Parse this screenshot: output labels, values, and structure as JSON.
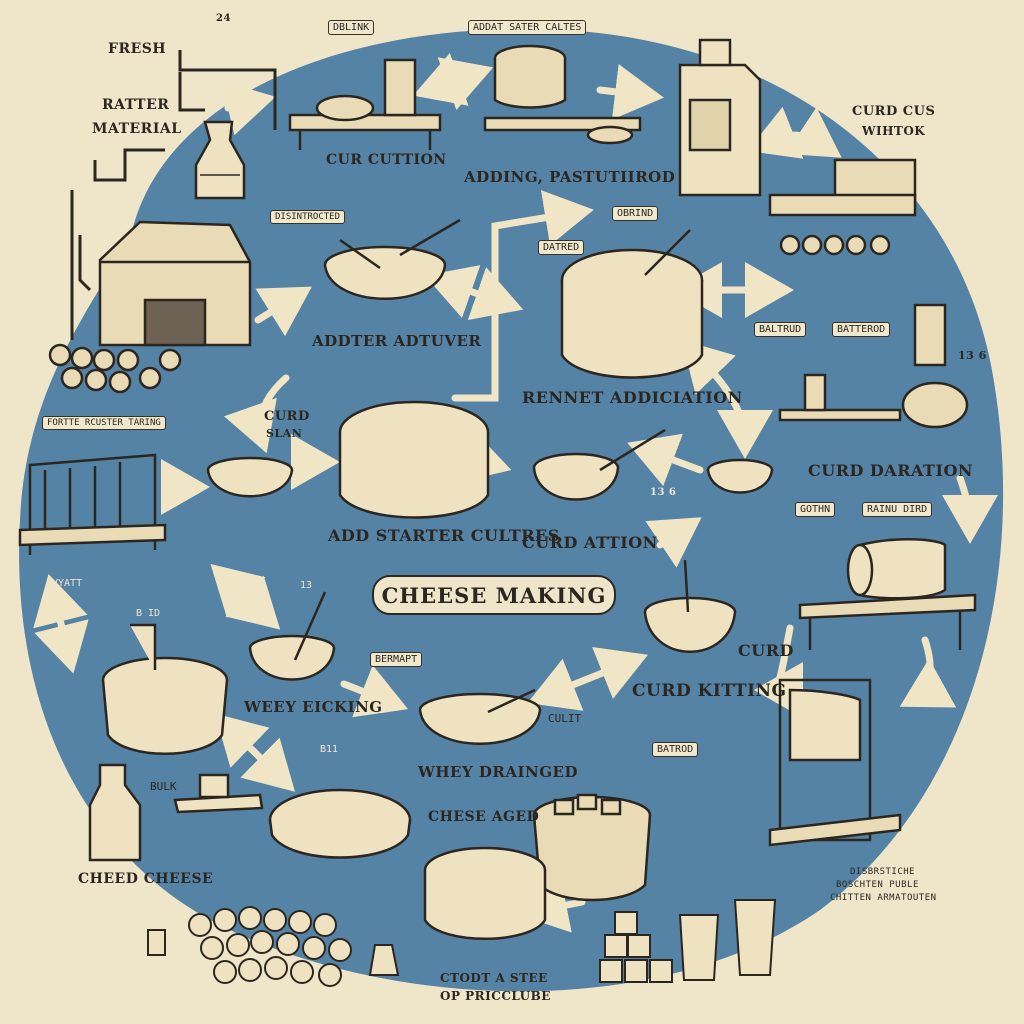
{
  "title": "CHEESE MAKING",
  "steps": {
    "fresh": "FRESH",
    "raw_material_line1": "RATTER",
    "raw_material_line2": "MATERIAL",
    "cur_cuttion": "CUR CUTTION",
    "adding_pasteurized": "ADDING, PASTUTIIROD",
    "curd_cus_line1": "CURD CUS",
    "curd_cus_line2": "WIHTOK",
    "addter_adtuver": "ADDTER ADTUVER",
    "rennet_addiciation": "RENNET ADDICIATION",
    "curd_daration": "CURD DARATION",
    "add_starter_cultres": "ADD STARTER CULTRES",
    "curd_attion": "CURD ATTION",
    "curd_label": "CURD",
    "curd_kitting": "CURD KITTING",
    "wey_eicking": "WEEY EICKING",
    "whey_drained": "WHEY DRAINGED",
    "cheese_aged": "CHESE AGED",
    "cheed_cheese": "CHEED CHEESE",
    "curd_sl_line1": "CURD",
    "curd_sl_line2": "SLAN",
    "bottom_caption_line1": "CTODT A STEE",
    "bottom_caption_line2": "OP PRICCLUBE",
    "right_caption_line1": "DISBRSTICHE",
    "right_caption_line2": "BOSCHTEN PUBLE",
    "right_caption_line3": "CHITTEN ARMATOUTEN"
  },
  "tags": {
    "dblink": "DBLINK",
    "addat_sater_caltes": "ADDAT SATER CALTES",
    "disintrocted": "DISINTROCTED",
    "obrind": "OBRIND",
    "datred": "DATRED",
    "baltrud": "BALTRUD",
    "batterod": "BATTEROD",
    "fortte_rcuster": "FORTTE RCUSTER TARING",
    "gothn": "GOTHN",
    "rainu": "RAINU DIRD",
    "bermapt": "BERMAPT",
    "batrod": "BATROD",
    "vyatt": "VYATT",
    "culit": "CULIT",
    "bulk": "BULK",
    "num_24": "24",
    "num_136": "13 6",
    "num_13": "13",
    "num_bd": "B ID",
    "num_bi": "B11",
    "num_ab": "13 6"
  },
  "colors": {
    "paper": "#efe6c9",
    "blue": "#5583a5",
    "ink": "#2c2620",
    "cream": "#efe2c0",
    "arrow": "#f0e6c6"
  }
}
